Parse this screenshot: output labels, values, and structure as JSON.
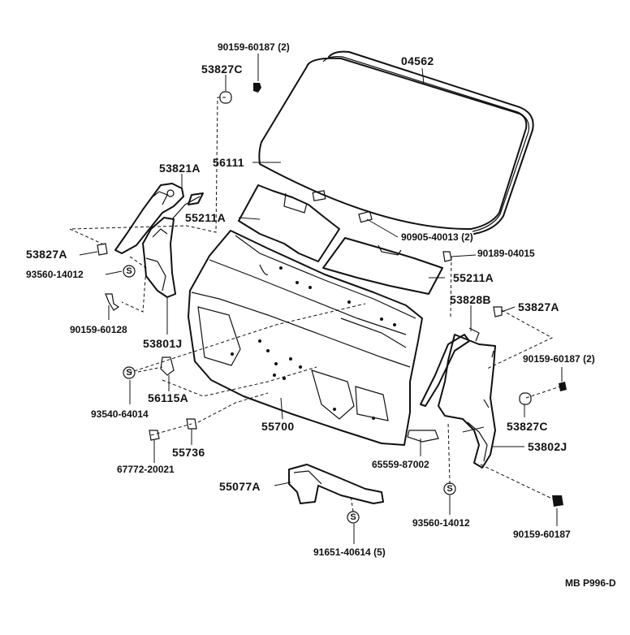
{
  "labels": {
    "p04562": "04562",
    "p90159_60187_top": "90159-60187 (2)",
    "p53827C_top": "53827C",
    "p56111": "56111",
    "p53821A": "53821A",
    "p55211A_left": "55211A",
    "p53827A_left": "53827A",
    "p93560_14012_left": "93560-14012",
    "p90159_60128": "90159-60128",
    "p53801J": "53801J",
    "p90905_40013": "90905-40013 (2)",
    "p90189_04015": "90189-04015",
    "p55211A_right": "55211A",
    "p53828B": "53828B",
    "p53827A_right": "53827A",
    "p90159_60187_right": "90159-60187 (2)",
    "p53827C_right": "53827C",
    "p53802J": "53802J",
    "p56115A": "56115A",
    "p93540_64014": "93540-64014",
    "p55700": "55700",
    "p55736": "55736",
    "p67772_20021": "67772-20021",
    "p65559_87002": "65559-87002",
    "p55077A": "55077A",
    "p91651_40614": "91651-40614 (5)",
    "p93560_14012_right": "93560-14012",
    "p90159_60187_bottom": "90159-60187",
    "drawing_code": "MB P996-D"
  },
  "symbols": {
    "s": "S"
  }
}
